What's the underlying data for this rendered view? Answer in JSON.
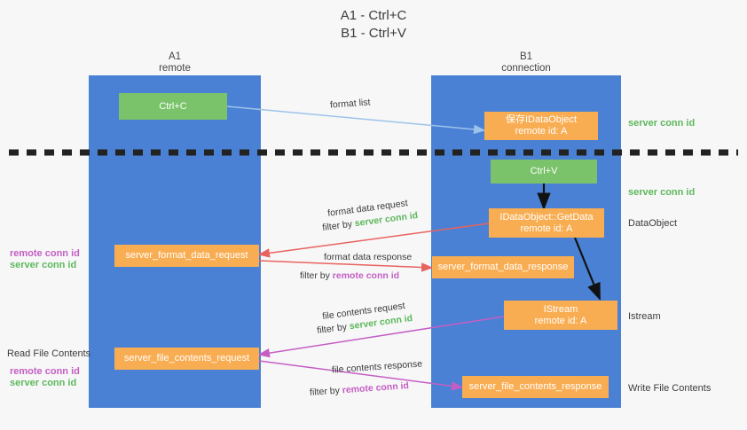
{
  "title": {
    "line1": "A1 - Ctrl+C",
    "line2": "B1 - Ctrl+V"
  },
  "colors": {
    "lane": "#4a81d4",
    "node_orange": "#f9ad52",
    "node_green": "#7ac36a",
    "server_conn_id": "#5cb85c",
    "remote_conn_id": "#c45ec4",
    "arrow_format_list": "#9dc3ea",
    "arrow_format_data": "#e8635f",
    "arrow_file_contents": "#c45ec4",
    "arrow_internal": "#111111",
    "divider": "#222222",
    "background": "#f7f7f7"
  },
  "lanes": [
    {
      "id": "a1",
      "name": "A1",
      "subtitle": "remote"
    },
    {
      "id": "b1",
      "name": "B1",
      "subtitle": "connection"
    }
  ],
  "nodes": [
    {
      "id": "ctrl-c",
      "lane": "a1",
      "style": "green",
      "line1": "Ctrl+C",
      "line2": ""
    },
    {
      "id": "save-idataobject",
      "lane": "b1",
      "style": "orange",
      "line1": "保存IDataObject",
      "line2": "remote id: A"
    },
    {
      "id": "ctrl-v",
      "lane": "b1",
      "style": "green",
      "line1": "Ctrl+V",
      "line2": ""
    },
    {
      "id": "getdata",
      "lane": "b1",
      "style": "orange",
      "line1": "IDataObject::GetData",
      "line2": "remote id: A"
    },
    {
      "id": "server-format-data-request",
      "lane": "a1",
      "style": "orange",
      "line1": "server_format_data_request",
      "line2": ""
    },
    {
      "id": "server-format-data-response",
      "lane": "b1",
      "style": "orange",
      "line1": "server_format_data_response",
      "line2": ""
    },
    {
      "id": "istream",
      "lane": "b1",
      "style": "orange",
      "line1": "IStream",
      "line2": "remote id: A"
    },
    {
      "id": "server-file-contents-request",
      "lane": "a1",
      "style": "orange",
      "line1": "server_file_contents_request",
      "line2": ""
    },
    {
      "id": "server-file-contents-response",
      "lane": "b1",
      "style": "orange",
      "line1": "server_file_contents_response",
      "line2": ""
    }
  ],
  "arrow_labels": {
    "format_list": "format list",
    "format_data_request": "format data request",
    "format_data_request_filter_prefix": "filter by",
    "format_data_request_filter_value": "server conn id",
    "format_data_response": "format data response",
    "format_data_response_filter_prefix": "filter by",
    "format_data_response_filter_value": "remote conn id",
    "file_contents_request": "file contents request",
    "file_contents_request_filter_prefix": "filter by",
    "file_contents_request_filter_value": "server conn id",
    "file_contents_response": "file contents response",
    "file_contents_response_filter_prefix": "filter by",
    "file_contents_response_filter_value": "remote conn id"
  },
  "right_annotations": [
    {
      "id": "server-conn-id-1",
      "text": "server conn id",
      "kind": "server"
    },
    {
      "id": "server-conn-id-2",
      "text": "server conn id",
      "kind": "server"
    },
    {
      "id": "dataobject",
      "text": "DataObject",
      "kind": "plain"
    },
    {
      "id": "istream-label",
      "text": "Istream",
      "kind": "plain"
    },
    {
      "id": "write-file-contents",
      "text": "Write File Contents",
      "kind": "plain"
    }
  ],
  "left_annotations": [
    {
      "id": "left-remote-conn-id-1",
      "text": "remote conn id",
      "kind": "remote"
    },
    {
      "id": "left-server-conn-id-1",
      "text": "server conn id",
      "kind": "server"
    },
    {
      "id": "read-file-contents",
      "text": "Read File Contents",
      "kind": "plain"
    },
    {
      "id": "left-remote-conn-id-2",
      "text": "remote conn id",
      "kind": "remote"
    },
    {
      "id": "left-server-conn-id-2",
      "text": "server conn id",
      "kind": "server"
    }
  ]
}
